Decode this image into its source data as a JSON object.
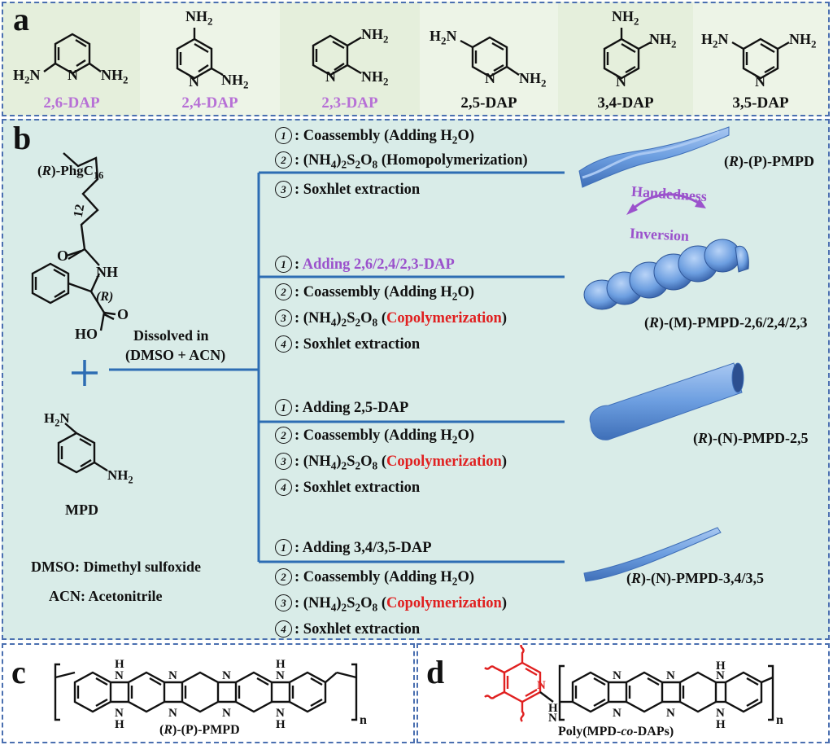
{
  "panel_labels": {
    "a": "a",
    "b": "b",
    "c": "c",
    "d": "d"
  },
  "panel_a": {
    "compounds": [
      {
        "name": "2,6-DAP",
        "color": "#b770d6"
      },
      {
        "name": "2,4-DAP",
        "color": "#b770d6"
      },
      {
        "name": "2,3-DAP",
        "color": "#b770d6"
      },
      {
        "name": "2,5-DAP",
        "color": "#111111"
      },
      {
        "name": "3,4-DAP",
        "color": "#111111"
      },
      {
        "name": "3,5-DAP",
        "color": "#111111"
      }
    ],
    "atom_labels": {
      "nh2": "NH",
      "h2n": "H",
      "n": "N",
      "sub2": "2"
    }
  },
  "panel_b": {
    "reagent_title_prefix": "(",
    "reagent_title_r": "R",
    "reagent_title_main": ")-PhgC",
    "reagent_title_sub": "16",
    "chain_subscript": "12",
    "nh_label": "NH",
    "r_label": "(R)",
    "o_label": "O",
    "ho_label": "HO",
    "plus": "+",
    "mpd_label": "MPD",
    "dissolved_line1": "Dissolved in",
    "dissolved_line2": "(DMSO + ACN)",
    "legend": [
      "DMSO: Dimethyl sulfoxide",
      "ACN: Acetonitrile"
    ],
    "branch1": {
      "s1": "Coassembly (Adding H",
      "s1_sub": "2",
      "s1_end": "O)",
      "s2a": "(NH",
      "s2b": ")",
      "s2c": "S",
      "s2d": "O",
      "s2e": " (Homopolymerization)",
      "s3": "Soxhlet extraction",
      "product": "-(P)-PMPD"
    },
    "handedness": [
      "Handedness",
      "Inversion"
    ],
    "branch2": {
      "s1": "Adding 2,6/2,4/2,3-DAP",
      "product": "-(M)-PMPD-2,6/2,4/2,3"
    },
    "branch3": {
      "s1": "Adding 2,5-DAP",
      "product": "-(N)-PMPD-2,5"
    },
    "branch4": {
      "s1": "Adding 3,4/3,5-DAP",
      "product": "-(N)-PMPD-3,4/3,5"
    },
    "common": {
      "coassembly": "Coassembly (Adding H",
      "copoly": "Copolymerization",
      "soxhlet": "Soxhlet extraction"
    },
    "step_numbers": [
      "1",
      "2",
      "3",
      "4"
    ],
    "r_italic": "R"
  },
  "panel_c": {
    "caption_r": "R",
    "caption_rest": "-(P)-PMPD",
    "n": "n",
    "h": "H",
    "atom_n": "N"
  },
  "panel_d": {
    "caption_a": "Poly(MPD-",
    "caption_co": "co",
    "caption_b": "-DAPs)",
    "n": "n",
    "h": "H",
    "atom_n": "N"
  },
  "colors": {
    "panel_a_bg": "#ecf3e6",
    "panel_b_bg": "#d9ece8",
    "border": "#4a6fb0",
    "line": "#2d6db3",
    "shape": "#6c9ee0",
    "red": "#e02020",
    "purple": "#9b52cc"
  }
}
